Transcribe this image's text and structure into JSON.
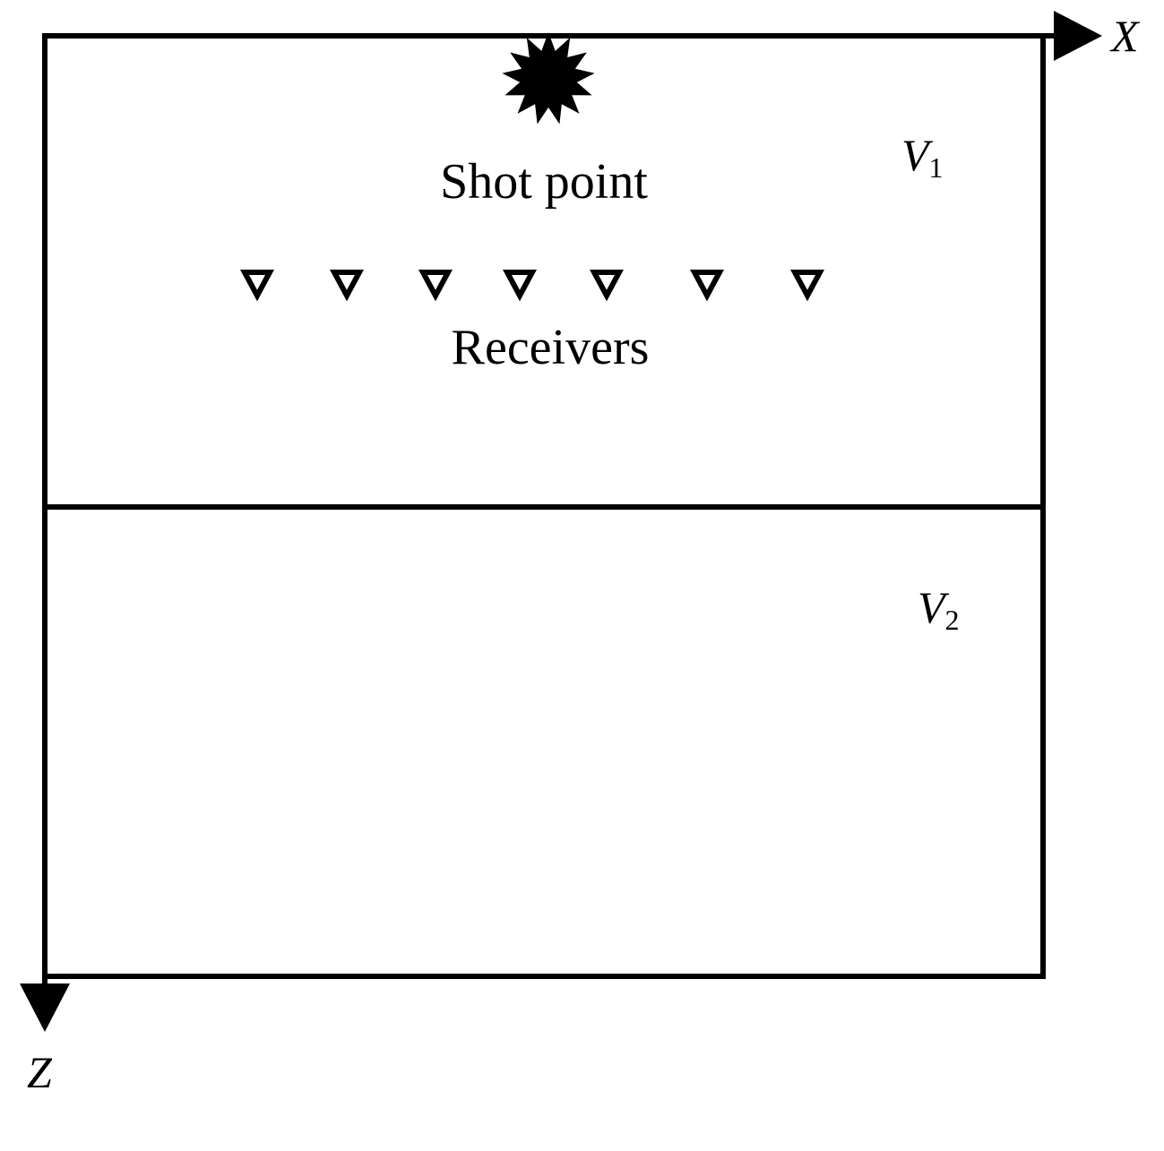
{
  "axes": {
    "x_label": "X",
    "z_label": "Z"
  },
  "source": {
    "label": "Shot point",
    "icon": "explosion-burst-icon"
  },
  "receivers": {
    "label": "Receivers",
    "count": 7,
    "icon": "inverted-triangle-icon"
  },
  "layers": [
    {
      "name": "layer-1",
      "velocity_symbol": "V",
      "velocity_subscript": "1"
    },
    {
      "name": "layer-2",
      "velocity_symbol": "V",
      "velocity_subscript": "2"
    }
  ],
  "colors": {
    "line": "#000000",
    "background": "#ffffff"
  }
}
